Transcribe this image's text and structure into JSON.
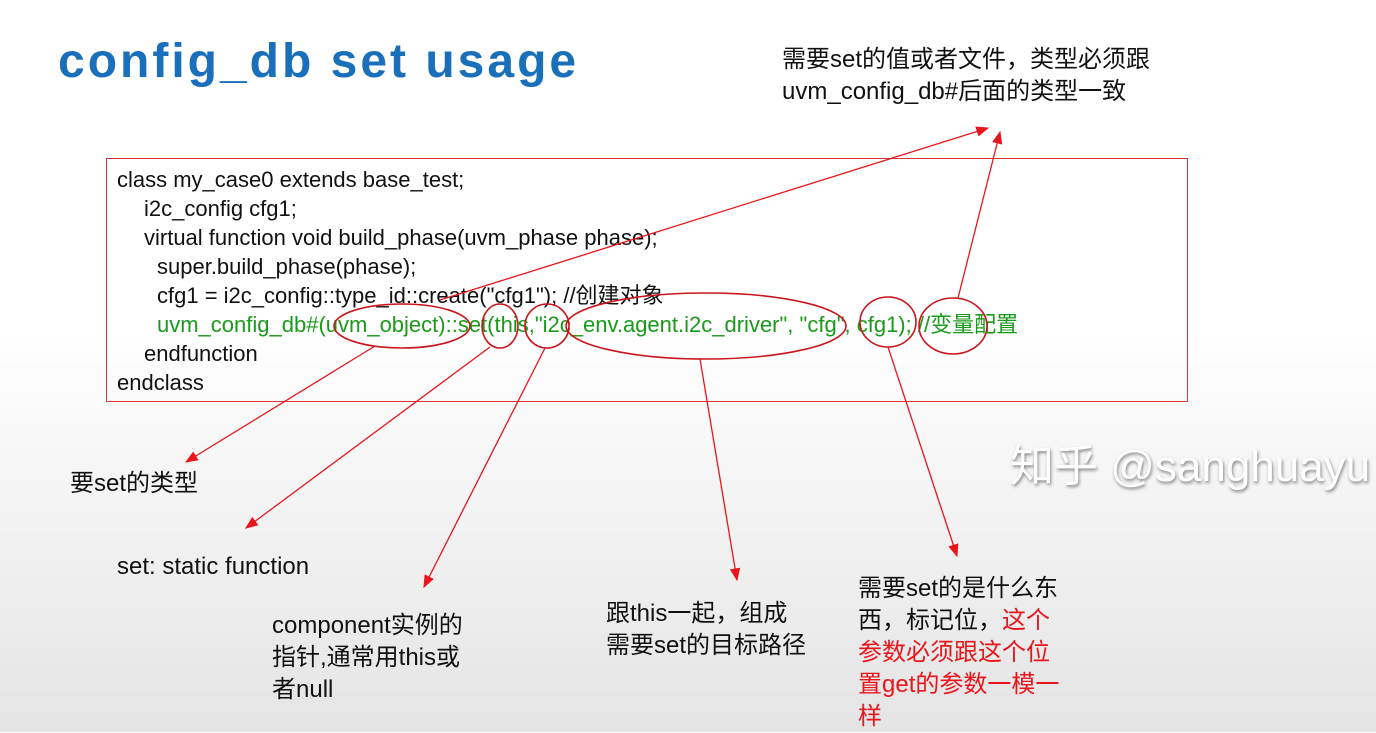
{
  "title": "config_db set usage",
  "code_lines": [
    "class my_case0 extends base_test;",
    "i2c_config cfg1;",
    "virtual function void build_phase(uvm_phase phase);",
    "super.build_phase(phase);",
    "cfg1 = i2c_config::type_id::create(\"cfg1\"); //创建对象",
    "uvm_config_db#(uvm_object)::set(this,\"i2c_env.agent.i2c_driver\", \"cfg\", cfg1);  //变量配置",
    "endfunction",
    "endclass"
  ],
  "annotations": {
    "top_right": [
      "需要set的值或者文件，类型必须跟",
      "uvm_config_db#后面的类型一致"
    ],
    "type": "要set的类型",
    "static": "set: static function",
    "component": [
      "component实例的",
      "指针,通常用this或",
      "者null"
    ],
    "path": [
      "跟this一起，组成",
      "需要set的目标路径"
    ],
    "field_black": [
      "需要set的是什么东",
      "西，标记位，"
    ],
    "field_red": [
      "这个",
      "参数必须跟这个位",
      "置get的参数一模一",
      "样"
    ]
  },
  "watermark": "知乎 @sanghuayu",
  "colors": {
    "title": "#1a6fba",
    "annotation": "#e8161c",
    "code_highlight": "#1a9a1a"
  }
}
